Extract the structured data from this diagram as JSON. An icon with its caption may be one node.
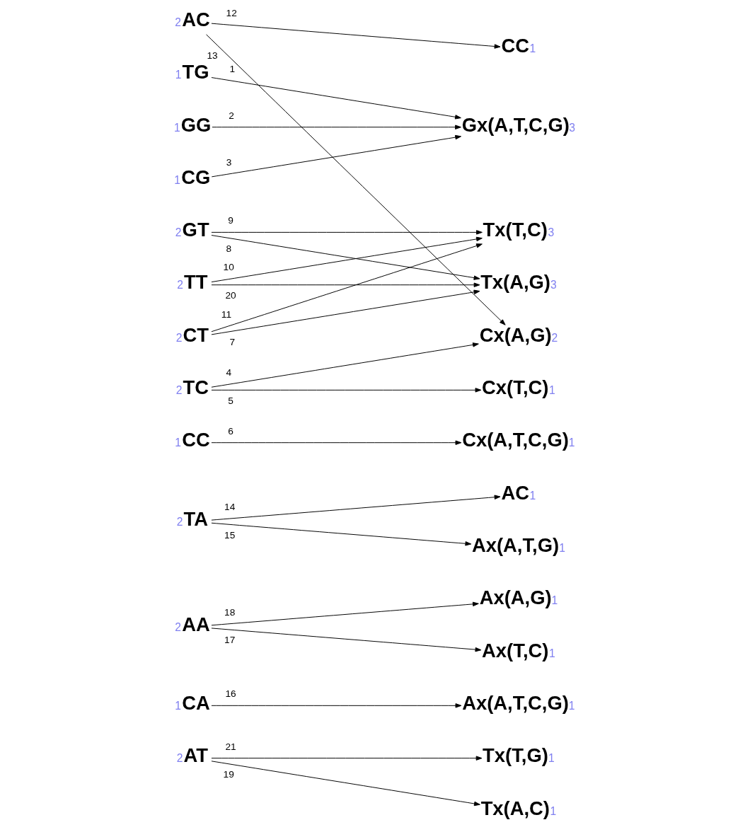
{
  "diagram": {
    "nodes": [
      {
        "text": [
          "AC"
        ],
        "beside": [
          "2"
        ]
      },
      {
        "text": [
          "TG"
        ],
        "beside": [
          "1"
        ]
      },
      {
        "text": [
          "GG"
        ],
        "beside": [
          "1"
        ]
      },
      {
        "text": [
          "CG"
        ],
        "beside": [
          "1"
        ]
      },
      {
        "text": [
          "GT"
        ],
        "beside": [
          "2"
        ]
      },
      {
        "text": [
          "TT"
        ],
        "beside": [
          "2"
        ]
      },
      {
        "text": [
          "CT"
        ],
        "beside": [
          "2"
        ]
      },
      {
        "text": [
          "TC"
        ],
        "beside": [
          "2"
        ]
      },
      {
        "text": [
          "CC"
        ],
        "beside": [
          "1"
        ]
      },
      {
        "text": [
          "TA"
        ],
        "beside": [
          "2"
        ]
      },
      {
        "text": [
          "AA"
        ],
        "beside": [
          "2"
        ]
      },
      {
        "text": [
          "CA"
        ],
        "beside": [
          "1"
        ]
      },
      {
        "text": [
          "AT"
        ],
        "beside": [
          "2"
        ]
      },
      {
        "text": [
          "CC"
        ],
        "beside": [
          "1"
        ]
      },
      {
        "text": [
          "Gx(A,T,C,G)"
        ],
        "beside": [
          "3"
        ]
      },
      {
        "text": [
          "Tx(T,C)"
        ],
        "beside": [
          "3"
        ]
      },
      {
        "text": [
          "Tx(A,G)"
        ],
        "beside": [
          "3"
        ]
      },
      {
        "text": [
          "Cx(A,G)"
        ],
        "beside": [
          "2"
        ]
      },
      {
        "text": [
          "Cx(T,C)"
        ],
        "beside": [
          "1"
        ]
      },
      {
        "text": [
          "Cx(A,T,C,G)"
        ],
        "beside": [
          "1"
        ]
      },
      {
        "text": [
          "AC"
        ],
        "beside": [
          "1"
        ]
      },
      {
        "text": [
          "Ax(A,T,G)"
        ],
        "beside": [
          "1"
        ]
      },
      {
        "text": [
          "Ax(A,G)"
        ],
        "beside": [
          "1"
        ]
      },
      {
        "text": [
          "Ax(T,C)"
        ],
        "beside": [
          "1"
        ]
      },
      {
        "text": [
          "Ax(A,T,C,G)"
        ],
        "beside": [
          "1"
        ]
      },
      {
        "text": [
          "Tx(T,G)"
        ],
        "beside": [
          "1"
        ]
      },
      {
        "text": [
          "Tx(A,C)"
        ],
        "beside": [
          "1"
        ]
      }
    ],
    "edges": [
      {
        "from": 0,
        "to": 13,
        "arrow": "to",
        "label": "12"
      },
      {
        "from": 0,
        "to": 17,
        "arrow": "to",
        "label": "13"
      },
      {
        "from": 1,
        "to": 14,
        "arrow": "to",
        "label": "1"
      },
      {
        "from": 2,
        "to": 14,
        "arrow": "to",
        "label": "2"
      },
      {
        "from": 3,
        "to": 14,
        "arrow": "to",
        "label": "3"
      },
      {
        "from": 4,
        "to": 15,
        "arrow": "to",
        "label": "9"
      },
      {
        "from": 4,
        "to": 16,
        "arrow": "to",
        "label": "8"
      },
      {
        "from": 5,
        "to": 15,
        "arrow": "to",
        "label": "10"
      },
      {
        "from": 5,
        "to": 16,
        "arrow": "to",
        "label": "20"
      },
      {
        "from": 6,
        "to": 15,
        "arrow": "to",
        "label": "11"
      },
      {
        "from": 6,
        "to": 16,
        "arrow": "to",
        "label": "7"
      },
      {
        "from": 7,
        "to": 17,
        "arrow": "to",
        "label": "4"
      },
      {
        "from": 7,
        "to": 18,
        "arrow": "to",
        "label": "5"
      },
      {
        "from": 8,
        "to": 19,
        "arrow": "to",
        "label": "6"
      },
      {
        "from": 9,
        "to": 20,
        "arrow": "to",
        "label": "14"
      },
      {
        "from": 9,
        "to": 21,
        "arrow": "to",
        "label": "15"
      },
      {
        "from": 10,
        "to": 22,
        "arrow": "to",
        "label": "18"
      },
      {
        "from": 10,
        "to": 23,
        "arrow": "to",
        "label": "17"
      },
      {
        "from": 11,
        "to": 24,
        "arrow": "to",
        "label": "16"
      },
      {
        "from": 12,
        "to": 25,
        "arrow": "to",
        "label": "21"
      },
      {
        "from": 12,
        "to": 26,
        "arrow": "to",
        "label": "19"
      }
    ]
  }
}
